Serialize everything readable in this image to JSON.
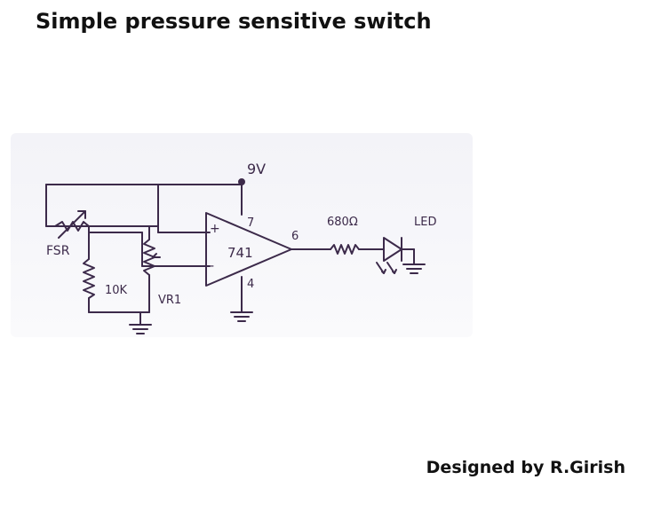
{
  "title": "Simple pressure sensitive switch",
  "credit": "Designed by R.Girish",
  "schematic": {
    "supply_label": "9V",
    "ic_label": "741",
    "pin_labels": {
      "plus": "+",
      "minus": "-",
      "pin7": "7",
      "pin6": "6",
      "pin4": "4"
    },
    "fsr_label": "FSR",
    "resistor_10k_label": "10K",
    "preset_label": "VR1",
    "resistor_out_label": "680Ω",
    "led_label": "LED"
  },
  "colors": {
    "ink": "#3c2a4a",
    "text": "#111111",
    "bleed": "#e6e6ef"
  }
}
